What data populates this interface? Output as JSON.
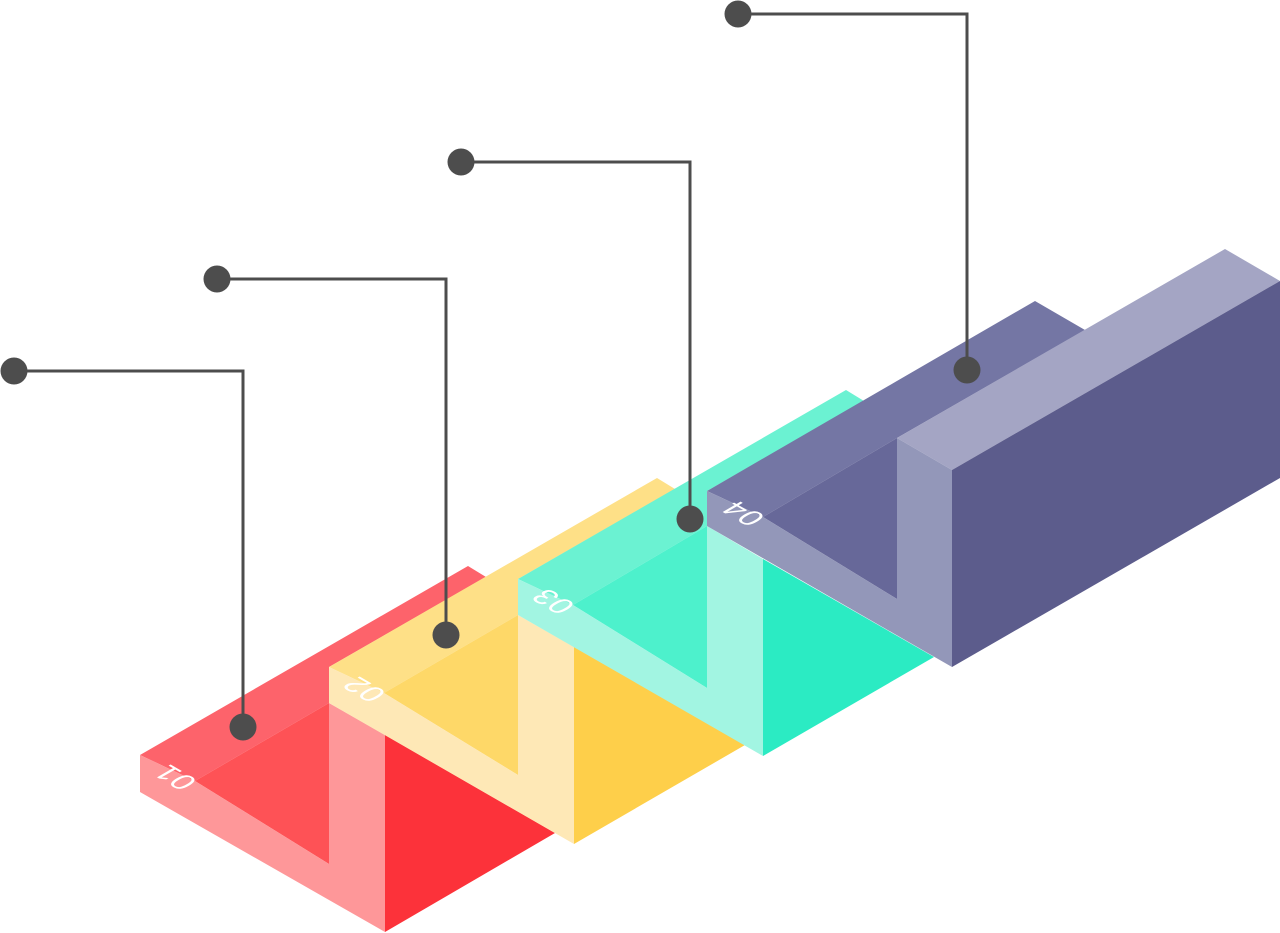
{
  "steps": [
    {
      "label": "01",
      "colors": {
        "top_back": "#fd636b",
        "top_inner": "#fe5256",
        "front_lip": "#fe9799",
        "front_face": "#fc323a",
        "right_face": "#fc323a"
      }
    },
    {
      "label": "02",
      "colors": {
        "top_back": "#fee087",
        "top_inner": "#fed868",
        "front_lip": "#fee8b6",
        "front_face": "#fecf4a",
        "right_face": "#fecf4a"
      }
    },
    {
      "label": "03",
      "colors": {
        "top_back": "#6bf2d2",
        "top_inner": "#4df1cc",
        "front_lip": "#a2f5e2",
        "front_face": "#2bebc3",
        "right_face": "#2bebc3"
      }
    },
    {
      "label": "04",
      "colors": {
        "top_back": "#7476a4",
        "top_inner": "#676899",
        "front_lip": "#9397b9",
        "front_face": "#5c5c8c",
        "right_face": "#5c5c8c",
        "top_light": "#a4a5c4"
      }
    }
  ],
  "connector_color": "#4d4d4d",
  "text_color": "#ffffff"
}
